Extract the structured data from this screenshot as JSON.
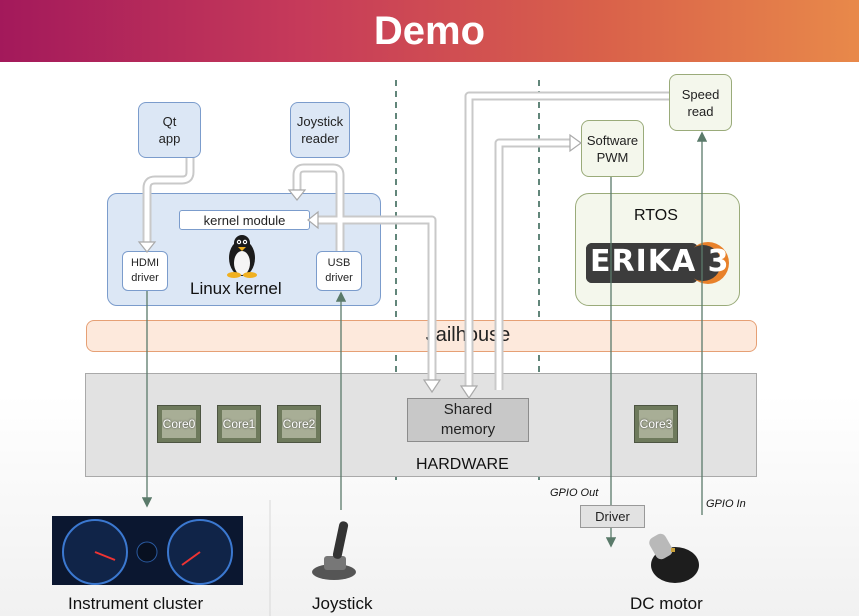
{
  "title": "Demo",
  "nodes": {
    "qt_app": "Qt\napp",
    "joystick_reader": "Joystick\nreader",
    "kernel_module": "kernel module",
    "hdmi_driver": "HDMI\ndriver",
    "usb_driver": "USB\ndriver",
    "linux_kernel": "Linux kernel",
    "speed_read": "Speed\nread",
    "software_pwm": "Software\nPWM",
    "rtos": "RTOS",
    "erika_logo": "ERIKA 3",
    "jailhouse": "Jailhouse",
    "shared_memory": "Shared\nmemory",
    "hardware": "HARDWARE",
    "driver": "Driver"
  },
  "cores": [
    "Core0",
    "Core1",
    "Core2",
    "Core3"
  ],
  "gpio": {
    "out": "GPIO Out",
    "in": "GPIO In"
  },
  "devices": {
    "instrument_cluster": "Instrument cluster",
    "joystick": "Joystick",
    "dc_motor": "DC motor"
  },
  "colors": {
    "header_start": "#a3195b",
    "header_end": "#e8894a",
    "linux_box": "#dce7f5",
    "rtos_box": "#f4f7ec",
    "jailhouse": "#fde9dc",
    "hardware": "#e2e2e2",
    "erika_orange": "#e8812a"
  }
}
